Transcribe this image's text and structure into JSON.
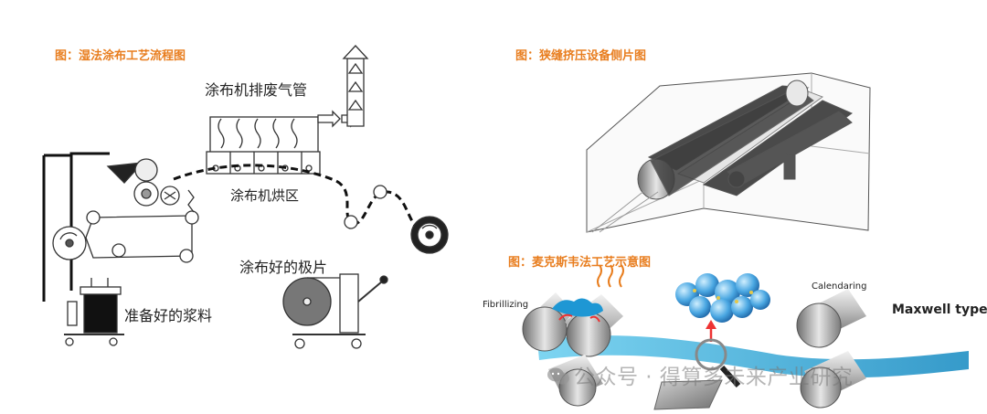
{
  "captions": {
    "wet_coating": "图：湿法涂布工艺流程图",
    "slot_die": "图：狭缝挤压设备侧片图",
    "maxwell": "图：麦克斯韦法工艺示意图"
  },
  "wet_diagram": {
    "exhaust_label": "涂布机排废气管",
    "oven_label": "涂布机烘区",
    "finished_label": "涂布好的极片",
    "slurry_label": "准备好的浆料"
  },
  "maxwell_diagram": {
    "fibrillizing_label": "Fibrillizing",
    "calendaring_label": "Calendaring",
    "type_label": "Maxwell type"
  },
  "watermark": {
    "text": "公众号 · 得算多未来产业研究"
  },
  "colors": {
    "caption": "#e87d1e",
    "film": "#3aaed8",
    "roll_gray": "#9a9a9a"
  }
}
